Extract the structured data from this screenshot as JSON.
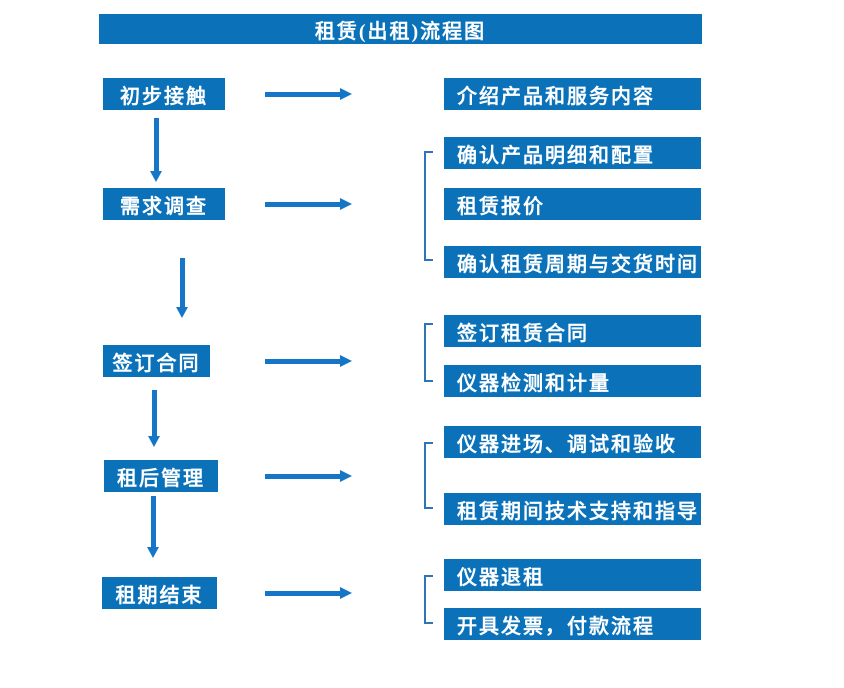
{
  "title": "租赁(出租)流程图",
  "colors": {
    "box": "#0b72ba",
    "arrow": "#1576c8",
    "bracket": "#2e75b6",
    "text": "#ffffff",
    "background": "#ffffff"
  },
  "steps": [
    {
      "label": "初步接触",
      "details": [
        "介绍产品和服务内容"
      ]
    },
    {
      "label": "需求调查",
      "details": [
        "确认产品明细和配置",
        "租赁报价",
        "确认租赁周期与交货时间"
      ]
    },
    {
      "label": "签订合同",
      "details": [
        "签订租赁合同",
        "仪器检测和计量"
      ]
    },
    {
      "label": "租后管理",
      "details": [
        "仪器进场、调试和验收",
        "租赁期间技术支持和指导"
      ]
    },
    {
      "label": "租期结束",
      "details": [
        "仪器退租",
        "开具发票，付款流程"
      ]
    }
  ]
}
